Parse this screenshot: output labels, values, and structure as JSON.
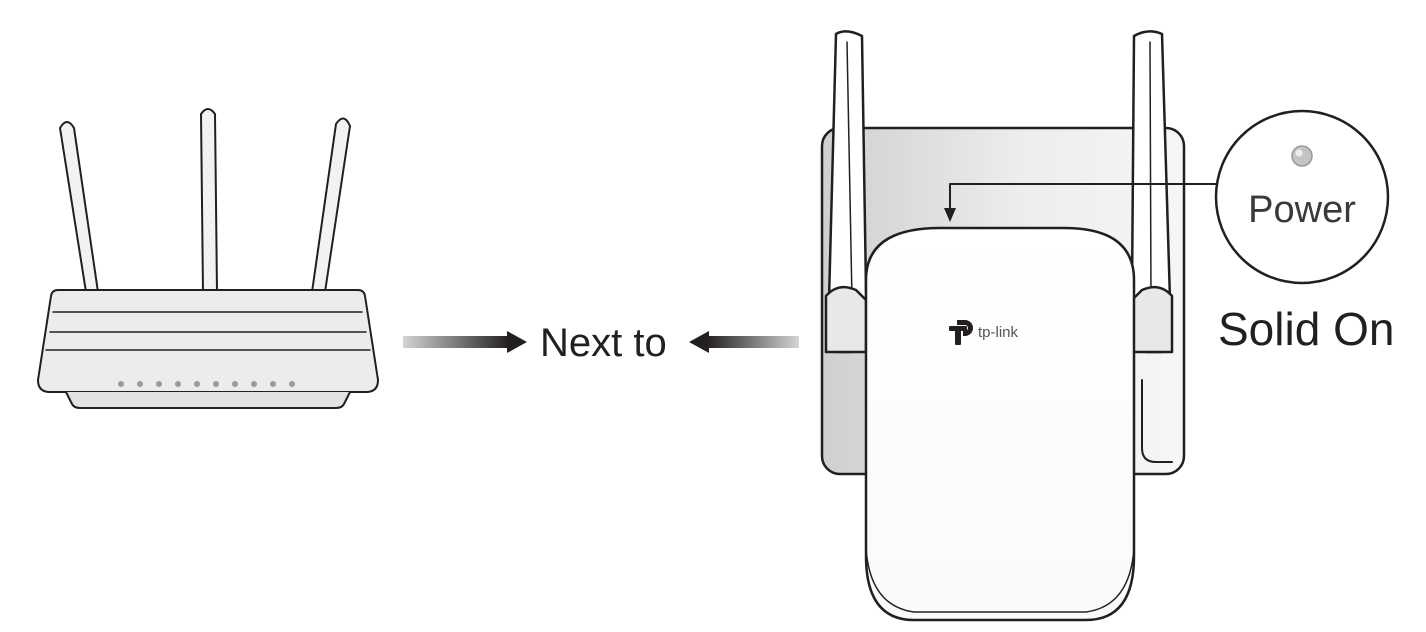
{
  "relation_label": "Next to",
  "led": {
    "name": "Power",
    "status": "Solid On",
    "color": "#b9b9b9"
  },
  "brand": "tp-link",
  "colors": {
    "outline": "#231f20",
    "router_fill": "#ececec",
    "router_dots": "#9a9a9a",
    "arrow_dark": "#231f20",
    "arrow_light": "#d4d4d4"
  }
}
